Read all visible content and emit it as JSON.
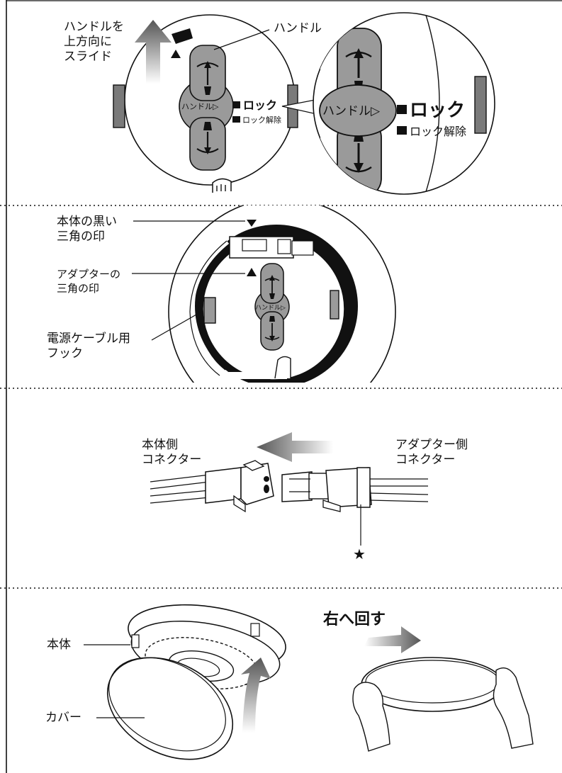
{
  "panel1": {
    "slide_label": "ハンドルを\n上方向に\nスライド",
    "handle_label": "ハンドル",
    "hub_label": "ハンドル▷",
    "lock_label": "ロック",
    "unlock_label": "ロック解除",
    "zoom_hub_label": "ハンドル▷",
    "zoom_lock_label": "ロック",
    "zoom_unlock_label": "ロック解除"
  },
  "panel2": {
    "body_triangle_label": "本体の黒い\n三角の印",
    "adapter_triangle_label": "アダプターの\n三角の印",
    "cable_hook_label": "電源ケーブル用\nフック",
    "hub_label": "ハンドル▷"
  },
  "panel3": {
    "body_connector_label": "本体側\nコネクター",
    "adapter_connector_label": "アダプター側\nコネクター",
    "star_mark": "★"
  },
  "panel4": {
    "body_label": "本体",
    "cover_label": "カバー",
    "rotate_label": "右へ回す"
  },
  "colors": {
    "handle_gray": "#9a9a9a",
    "dark_gray": "#6e6e6e",
    "line": "#111111"
  }
}
